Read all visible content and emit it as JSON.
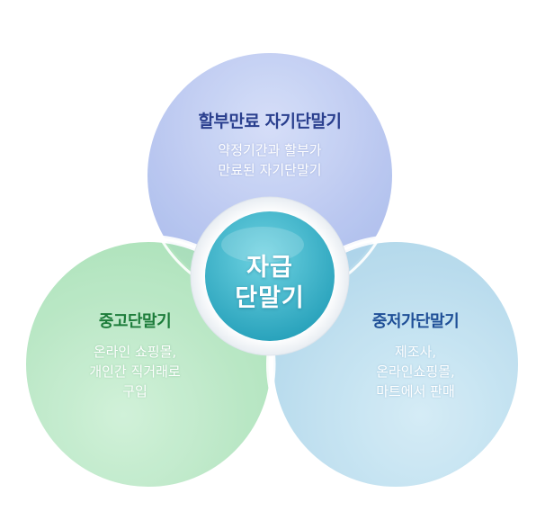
{
  "center": {
    "lines": [
      "자급",
      "단말기"
    ]
  },
  "circles": {
    "top": {
      "title": "할부만료 자기단말기",
      "desc": [
        "약정기간과 할부가",
        "만료된 자기단말기"
      ]
    },
    "left": {
      "title": "중고단말기",
      "desc": [
        "온라인 쇼핑몰,",
        "개인간 직거래로",
        "구입"
      ]
    },
    "right": {
      "title": "중저가단말기",
      "desc": [
        "제조사,",
        "온라인쇼핑몰,",
        "마트에서 판매"
      ]
    }
  },
  "colors": {
    "top_circle": "#b4c3ef",
    "left_circle": "#b6e6c4",
    "right_circle": "#b8dcee",
    "center_circle": "#3ab2c8",
    "top_title": "#2a3f8e",
    "left_title": "#1c7c3a",
    "right_title": "#1f4f97"
  }
}
